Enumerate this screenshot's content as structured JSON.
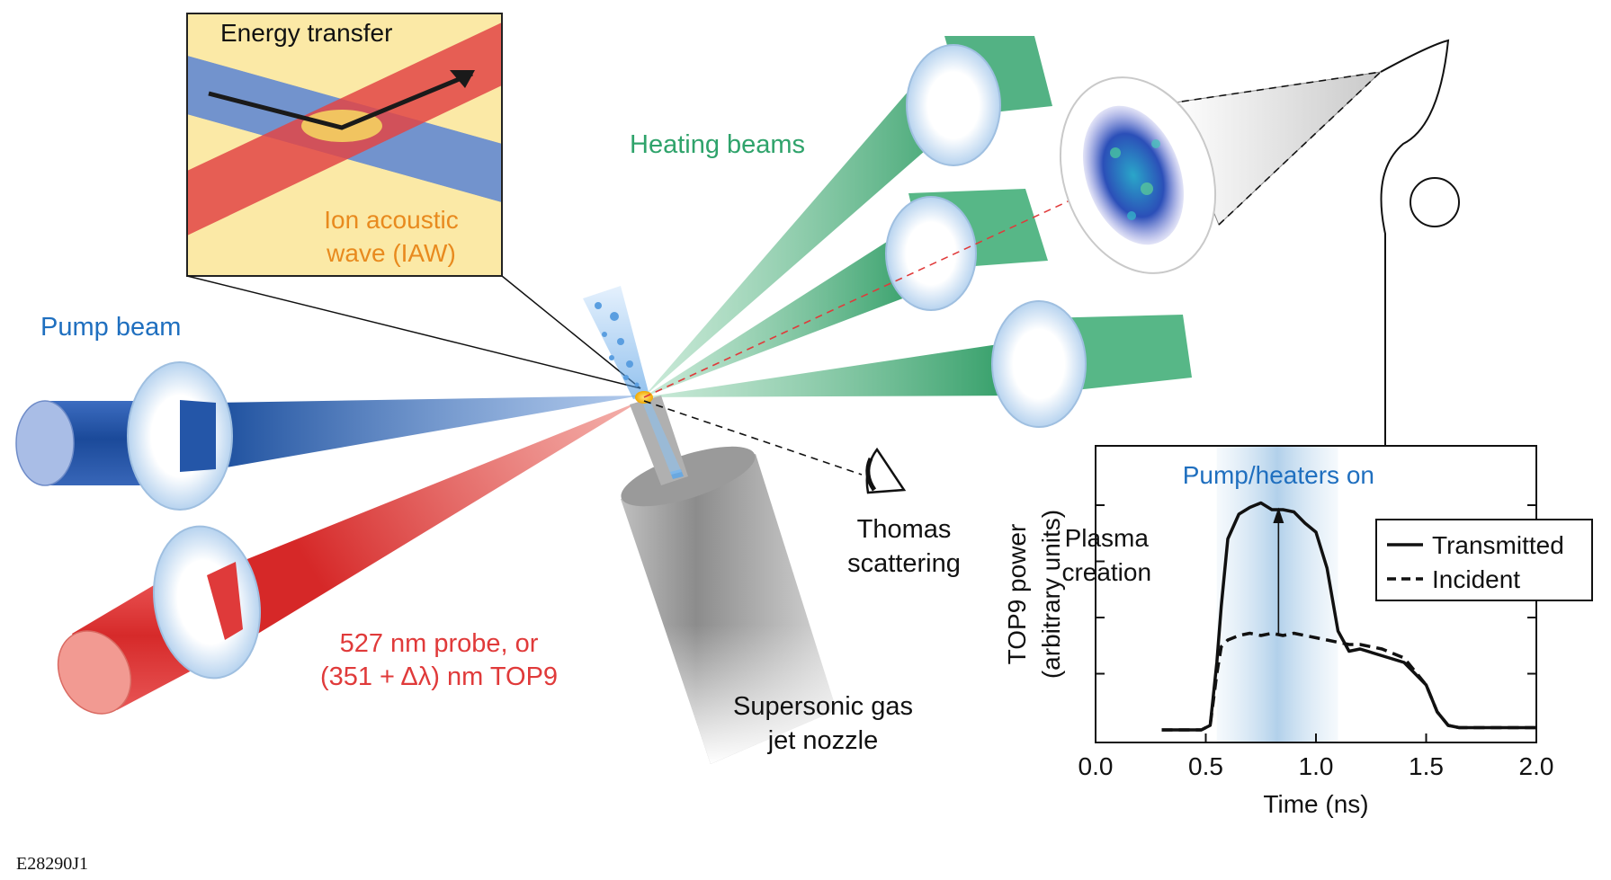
{
  "labels": {
    "energy_transfer": "Energy transfer",
    "iaw_line1": "Ion acoustic",
    "iaw_line2": "wave (IAW)",
    "heating_beams": "Heating beams",
    "pump_beam": "Pump beam",
    "probe_line1": "527 nm probe, or",
    "probe_line2": "(351 + Δλ) nm TOP9",
    "thomas_line1": "Thomas",
    "thomas_line2": "scattering",
    "nozzle_line1": "Supersonic gas",
    "nozzle_line2": "jet nozzle",
    "figure_id": "E28290J1"
  },
  "colors": {
    "pump": "#1f5fae",
    "probe": "#e03a3a",
    "heating": "#2fa36b",
    "iaw_text": "#e88a1e",
    "inset_bg": "#fbe9a6"
  },
  "chart_data": {
    "type": "line",
    "title": "Pump/heaters on",
    "xlabel": "Time (ns)",
    "ylabel_line1": "TOP9 power",
    "ylabel_line2": "(arbitrary units)",
    "xlim": [
      0.0,
      2.0
    ],
    "ylim": [
      0.0,
      1.0
    ],
    "x_ticks": [
      "0.0",
      "0.5",
      "1.0",
      "1.5",
      "2.0"
    ],
    "shaded_region": [
      0.55,
      1.1
    ],
    "annotation": {
      "line1": "Plasma",
      "line2": "creation"
    },
    "legend": [
      "Transmitted",
      "Incident"
    ],
    "series": [
      {
        "name": "Transmitted",
        "style": "solid",
        "x": [
          0.3,
          0.48,
          0.52,
          0.55,
          0.57,
          0.6,
          0.65,
          0.7,
          0.75,
          0.8,
          0.85,
          0.9,
          0.95,
          1.0,
          1.05,
          1.1,
          1.15,
          1.2,
          1.3,
          1.4,
          1.5,
          1.55,
          1.6,
          1.65,
          1.7,
          1.8,
          1.9,
          2.0
        ],
        "y": [
          0.0,
          0.0,
          0.02,
          0.3,
          0.55,
          0.85,
          0.96,
          0.99,
          1.01,
          0.98,
          0.98,
          0.97,
          0.92,
          0.88,
          0.72,
          0.44,
          0.35,
          0.36,
          0.33,
          0.3,
          0.2,
          0.08,
          0.02,
          0.01,
          0.01,
          0.01,
          0.01,
          0.01
        ]
      },
      {
        "name": "Incident",
        "style": "dashed",
        "x": [
          0.3,
          0.48,
          0.52,
          0.55,
          0.57,
          0.6,
          0.65,
          0.7,
          0.75,
          0.8,
          0.85,
          0.9,
          0.95,
          1.0,
          1.05,
          1.1,
          1.15,
          1.2,
          1.3,
          1.4,
          1.5,
          1.55,
          1.6,
          1.65,
          1.7,
          1.8,
          1.9,
          2.0
        ],
        "y": [
          0.0,
          0.0,
          0.02,
          0.25,
          0.37,
          0.4,
          0.42,
          0.43,
          0.42,
          0.43,
          0.42,
          0.43,
          0.42,
          0.41,
          0.4,
          0.39,
          0.38,
          0.38,
          0.36,
          0.32,
          0.2,
          0.08,
          0.02,
          0.01,
          0.01,
          0.01,
          0.01,
          0.01
        ]
      }
    ]
  }
}
